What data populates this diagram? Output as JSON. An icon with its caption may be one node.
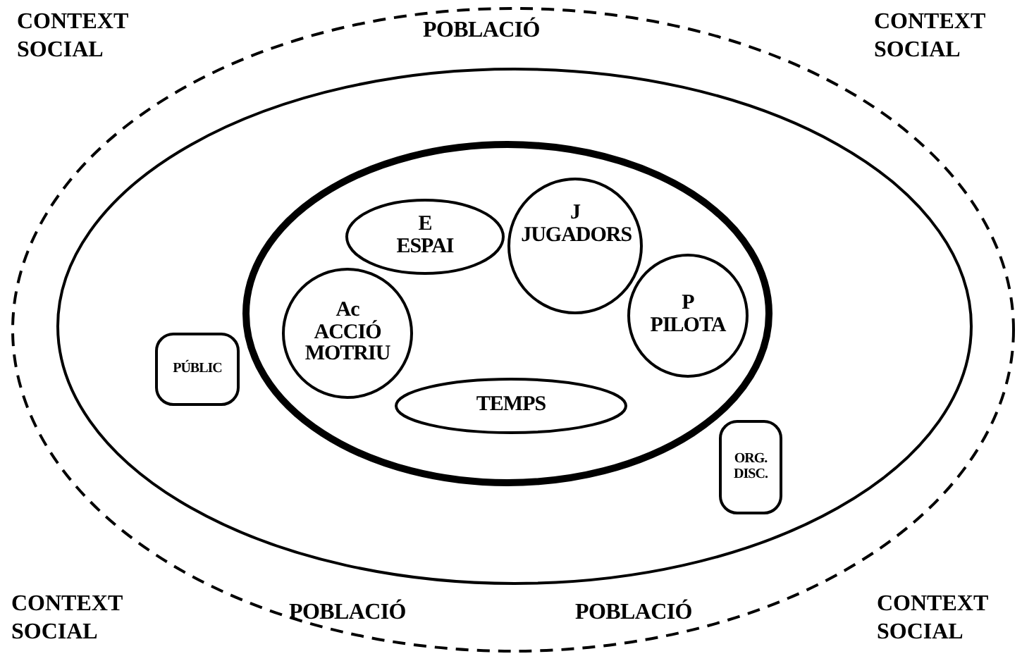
{
  "diagram": {
    "nodes": [
      {
        "text": [
          "POBLACIÓ",
          "POBLACIÓ",
          "POBLACIÓ"
        ]
      },
      {
        "text": [],
        "shape": "ellipse",
        "in": 0
      },
      {
        "text": [],
        "shape": "ellipse",
        "in": 1
      },
      {
        "text": [
          "E",
          "ESPAI"
        ],
        "in": 2
      },
      {
        "text": [
          "J",
          "JUGADORS"
        ],
        "in": 2
      },
      {
        "text": [
          "Ac",
          "ACCIÓ MOTRIU"
        ],
        "in": 2
      },
      {
        "text": [
          "P",
          "PILOTA"
        ],
        "in": 2
      },
      {
        "text": [
          "TEMPS"
        ],
        "in": 2
      },
      {
        "text": [
          "PÚBLIC"
        ],
        "in": 1
      },
      {
        "text": [
          "ORG. DISC."
        ],
        "in": 1
      }
    ],
    "edges": [],
    "labels": [
      "CONTEXT SOCIAL",
      "CONTEXT SOCIAL",
      "CONTEXT SOCIAL",
      "CONTEXT SOCIAL"
    ]
  }
}
